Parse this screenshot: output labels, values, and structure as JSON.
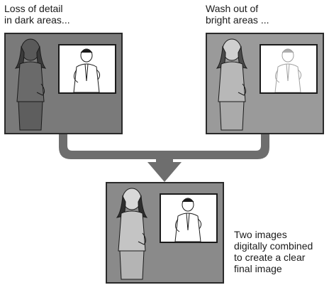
{
  "captions": {
    "left": "Loss of detail\nin dark areas...",
    "right": "Wash out of\nbright areas ...",
    "final": "Two images\ndigitally combined\nto create a clear\nfinal image"
  },
  "colors": {
    "panel_dark": "#7a7a7a",
    "panel_bright": "#9a9a9a",
    "panel_final": "#8a8a8a",
    "arrow": "#6e6e6e",
    "line": "#1a1a1a"
  }
}
